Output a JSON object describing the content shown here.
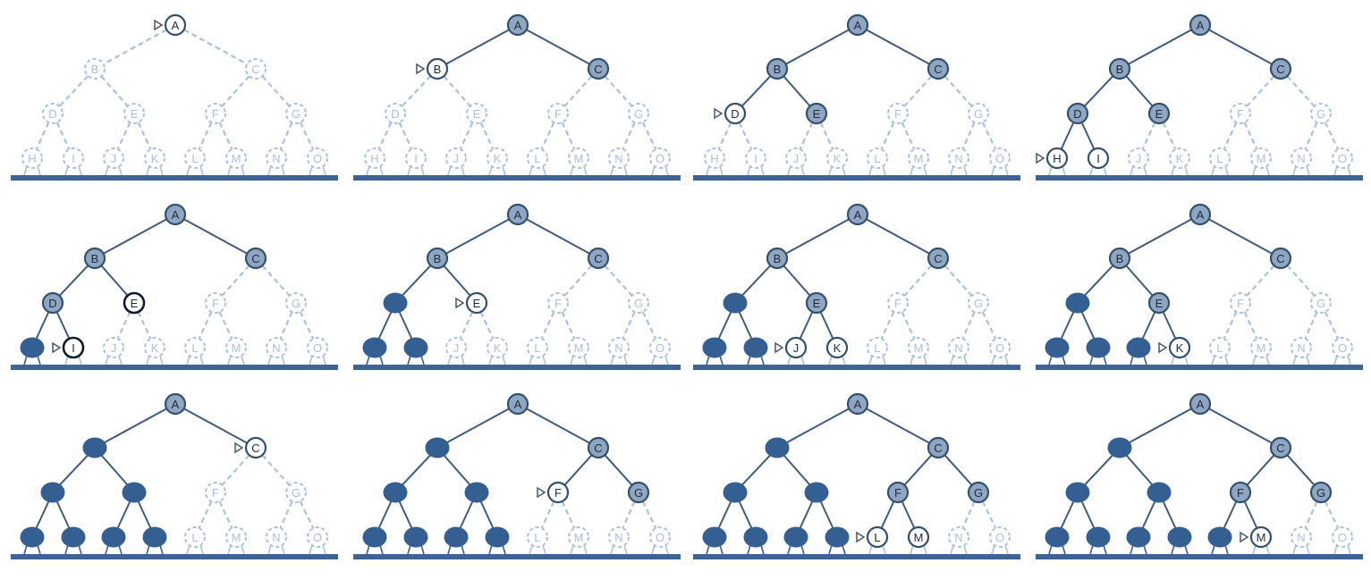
{
  "colors": {
    "ground": "#3d6494",
    "unvisited": "#a9c1dc",
    "visited_fill": "#8fa6c2",
    "visited_stroke": "#34506f",
    "finished_fill": "#345f93",
    "highlight_stroke": "#101c2c",
    "edge_visited": "#3f5a7a",
    "edge_unvisited": "#a9c1dc",
    "pointer": "#4a5866"
  },
  "tree": {
    "nodes": [
      "A",
      "B",
      "C",
      "D",
      "E",
      "F",
      "G",
      "H",
      "I",
      "J",
      "K",
      "L",
      "M",
      "N",
      "O"
    ],
    "children": {
      "A": [
        "B",
        "C"
      ],
      "B": [
        "D",
        "E"
      ],
      "C": [
        "F",
        "G"
      ],
      "D": [
        "H",
        "I"
      ],
      "E": [
        "J",
        "K"
      ],
      "F": [
        "L",
        "M"
      ],
      "G": [
        "N",
        "O"
      ]
    }
  },
  "panels": [
    {
      "pointer": "A",
      "visited": [
        "A"
      ],
      "finished": [],
      "highlighted": []
    },
    {
      "pointer": "B",
      "visited": [
        "A",
        "B",
        "C"
      ],
      "finished": [],
      "highlighted": []
    },
    {
      "pointer": "D",
      "visited": [
        "A",
        "B",
        "C",
        "D",
        "E"
      ],
      "finished": [],
      "highlighted": []
    },
    {
      "pointer": "H",
      "visited": [
        "A",
        "B",
        "C",
        "D",
        "E",
        "H",
        "I"
      ],
      "finished": [],
      "highlighted": []
    },
    {
      "pointer": "I",
      "visited": [
        "A",
        "B",
        "C",
        "D",
        "E",
        "I"
      ],
      "finished": [
        "H"
      ],
      "highlighted": [
        "E",
        "I"
      ]
    },
    {
      "pointer": "E",
      "visited": [
        "A",
        "B",
        "C",
        "E"
      ],
      "finished": [
        "D",
        "H",
        "I"
      ],
      "highlighted": []
    },
    {
      "pointer": "J",
      "visited": [
        "A",
        "B",
        "C",
        "E",
        "J",
        "K"
      ],
      "finished": [
        "D",
        "H",
        "I"
      ],
      "highlighted": []
    },
    {
      "pointer": "K",
      "visited": [
        "A",
        "B",
        "C",
        "E",
        "K"
      ],
      "finished": [
        "D",
        "H",
        "I",
        "J"
      ],
      "highlighted": []
    },
    {
      "pointer": "C",
      "visited": [
        "A",
        "C"
      ],
      "finished": [
        "B",
        "D",
        "E",
        "H",
        "I",
        "J",
        "K"
      ],
      "highlighted": []
    },
    {
      "pointer": "F",
      "visited": [
        "A",
        "C",
        "F",
        "G"
      ],
      "finished": [
        "B",
        "D",
        "E",
        "H",
        "I",
        "J",
        "K"
      ],
      "highlighted": []
    },
    {
      "pointer": "L",
      "visited": [
        "A",
        "C",
        "F",
        "G",
        "L",
        "M"
      ],
      "finished": [
        "B",
        "D",
        "E",
        "H",
        "I",
        "J",
        "K"
      ],
      "highlighted": []
    },
    {
      "pointer": "M",
      "visited": [
        "A",
        "C",
        "F",
        "G",
        "M"
      ],
      "finished": [
        "B",
        "D",
        "E",
        "H",
        "I",
        "J",
        "K",
        "L"
      ],
      "highlighted": []
    }
  ]
}
